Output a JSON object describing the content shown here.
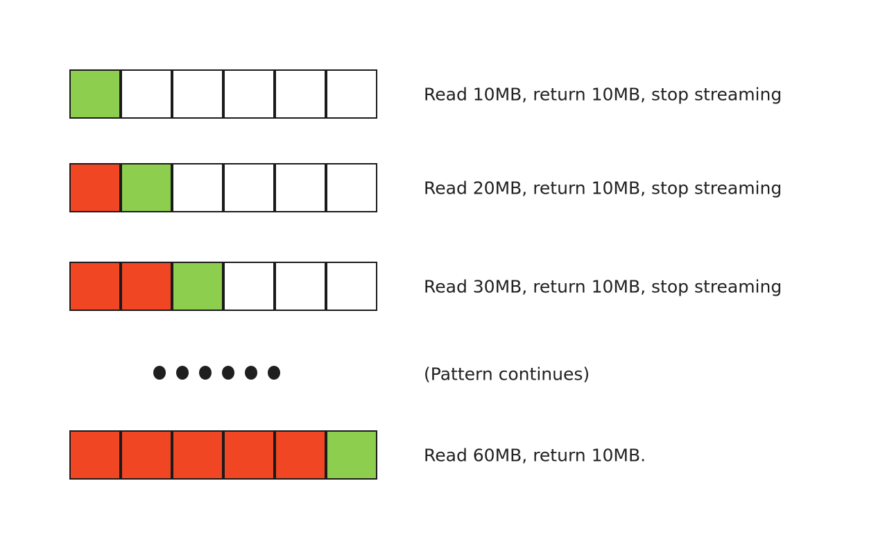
{
  "diagram": {
    "background": "#ffffff",
    "palette": {
      "red": "#f04623",
      "green": "#8dce4e",
      "white": "#ffffff",
      "border": "#1a1a1a",
      "text": "#212121",
      "dot": "#1f1f1f"
    },
    "cells_per_row": 6,
    "rows": [
      {
        "type": "bar",
        "cells": [
          "green",
          "white",
          "white",
          "white",
          "white",
          "white"
        ],
        "label": "Read 10MB, return 10MB, stop streaming"
      },
      {
        "type": "bar",
        "cells": [
          "red",
          "green",
          "white",
          "white",
          "white",
          "white"
        ],
        "label": "Read 20MB, return 10MB, stop streaming"
      },
      {
        "type": "bar",
        "cells": [
          "red",
          "red",
          "green",
          "white",
          "white",
          "white"
        ],
        "label": "Read 30MB, return 10MB, stop streaming"
      },
      {
        "type": "ellipsis",
        "dots": 6,
        "label": "(Pattern continues)"
      },
      {
        "type": "bar",
        "cells": [
          "red",
          "red",
          "red",
          "red",
          "red",
          "green"
        ],
        "label": "Read 60MB, return 10MB."
      }
    ]
  }
}
